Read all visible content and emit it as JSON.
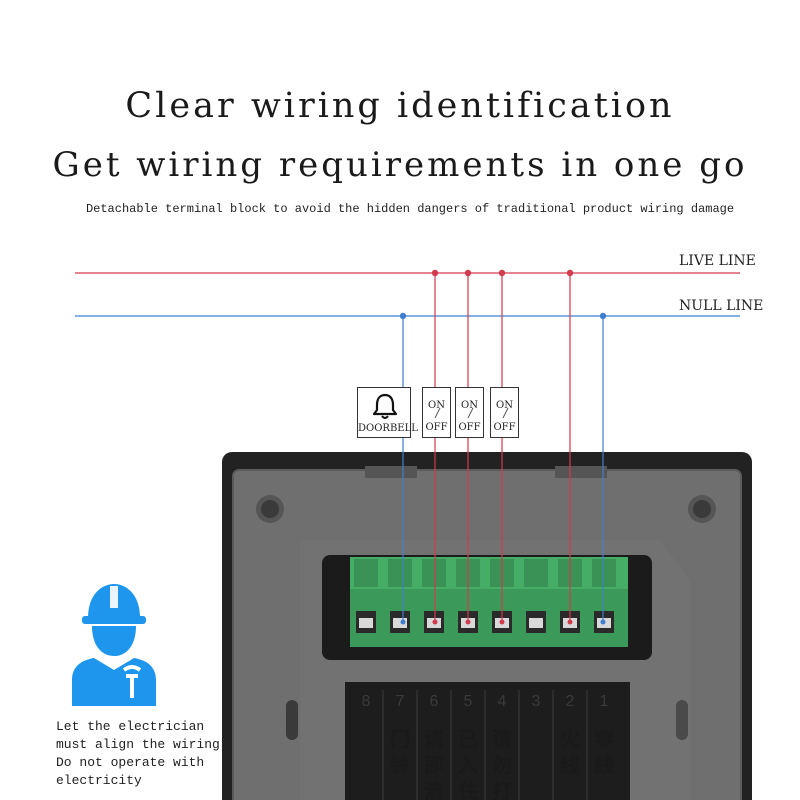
{
  "header": {
    "title_line1": "Clear wiring identification",
    "title_line2": "Get wiring requirements in one go",
    "subtitle": "Detachable terminal block to avoid the hidden dangers of traditional product wiring damage"
  },
  "lines": {
    "live_label": "LIVE LINE",
    "null_label": "NULL LINE",
    "live_color": "#d23b4e",
    "null_color": "#3f7fd0"
  },
  "devices": {
    "doorbell_icon": "bell-icon",
    "doorbell_label": "DOORBELL",
    "switches": [
      {
        "on": "ON",
        "off": "OFF"
      },
      {
        "on": "ON",
        "off": "OFF"
      },
      {
        "on": "ON",
        "off": "OFF"
      }
    ]
  },
  "terminal": {
    "numbers": [
      "8",
      "7",
      "6",
      "5",
      "4",
      "3",
      "2",
      "1"
    ],
    "labels": [
      {
        "c1": "",
        "c2": "",
        "c3": ""
      },
      {
        "c1": "门",
        "c2": "铃",
        "c3": ""
      },
      {
        "c1": "请",
        "c2": "即",
        "c3": "清"
      },
      {
        "c1": "已",
        "c2": "入",
        "c3": "住"
      },
      {
        "c1": "请",
        "c2": "勿",
        "c3": "打"
      },
      {
        "c1": "",
        "c2": "",
        "c3": ""
      },
      {
        "c1": "火",
        "c2": "线",
        "c3": ""
      },
      {
        "c1": "零",
        "c2": "线",
        "c3": ""
      }
    ],
    "block_color": "#3b9a5a",
    "panel_color": "#6e6e6e"
  },
  "worker": {
    "icon": "electrician-icon",
    "color": "#1e96ee",
    "note": "Let the electrician\nmust align the wiring\nDo not operate with\nelectricity"
  }
}
